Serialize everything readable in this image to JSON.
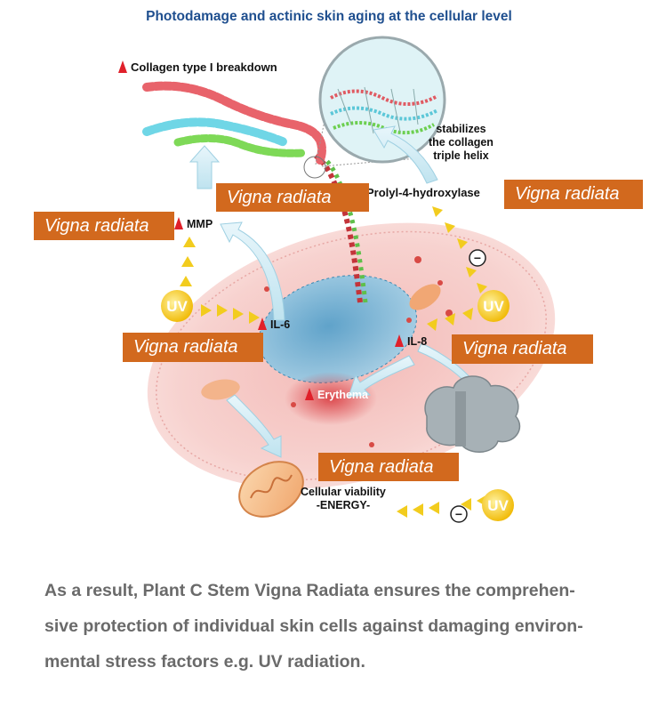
{
  "diagram": {
    "title": "Photodamage and actinic skin aging at the cellular level",
    "collagen_label": "Collagen type I breakdown",
    "stabilizes_lines": [
      "stabilizes",
      "the collagen",
      "triple helix"
    ],
    "enzyme_label": "Prolyl-4-hydroxylase",
    "mmp_label": "MMP",
    "il6_label": "IL-6",
    "il8_label": "IL-8",
    "erythema_label": "Erythema",
    "uv_label": "UV",
    "minus_label": "−",
    "viability_lines": [
      "Cellular viability",
      "-ENERGY-"
    ],
    "vigna_label": "Vigna radiata",
    "colors": {
      "title": "#1f4f8f",
      "vigna_box": "#d2691e",
      "uv_circle": "#f5c518",
      "up_arrow": "#e0202a",
      "cell": "#f6c7c3",
      "nucleus": "#6fb7d8"
    }
  },
  "caption_lines": [
    "As a result, Plant C Stem Vigna Radiata ensures the comprehen-",
    "sive protection of individual skin cells against damaging environ-",
    "mental stress factors e.g. UV radiation."
  ]
}
